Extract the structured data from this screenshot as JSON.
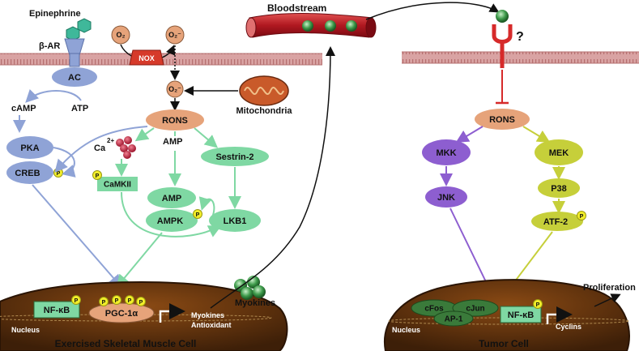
{
  "labels": {
    "epinephrine": "Epinephrine",
    "beta_ar": "β-AR",
    "o2": "O₂",
    "o2_radical": "O₂⁻",
    "o2_radical_inner": "O₂⁻",
    "nox": "NOX",
    "ac": "AC",
    "camp": "cAMP",
    "atp": "ATP",
    "mitochondria": "Mitochondria",
    "rons_left": "RONS",
    "pka": "PKA",
    "creb": "CREB",
    "ca": "Ca",
    "ca_charge": "2+",
    "amp_label": "AMP",
    "sestrin": "Sestrin-2",
    "camkii": "CaMKII",
    "amp_node": "AMP",
    "ampk": "AMPK",
    "lkb1": "LKB1",
    "nfkb_left": "NF-κB",
    "pgc": "PGC-1α",
    "myokines_out": "Myokines",
    "antioxidant": "Antioxidant",
    "nucleus_left": "Nucleus",
    "myokines": "Myokines",
    "bloodstream": "Bloodstream",
    "question": "?",
    "rons_right": "RONS",
    "mkk": "MKK",
    "mek": "MEK",
    "jnk": "JNK",
    "p38": "P38",
    "atf2": "ATF-2",
    "proliferation": "Proliferation",
    "cfos": "cFos",
    "cjun": "cJun",
    "ap1": "AP-1",
    "nfkb_right": "NF-κB",
    "cyclins": "Cyclins",
    "nucleus_right": "Nucleus",
    "phospho": "P"
  },
  "captions": {
    "left": "Exercised Skeletal Muscle Cell",
    "right": "Tumor Cell"
  },
  "colors": {
    "membrane": "#c98a8a",
    "blue_node": "#8fa3d6",
    "green_node": "#7fd8a3",
    "orange_node": "#e6a37a",
    "purple_node": "#8d5ed0",
    "olive_node": "#c6cf3a",
    "nucleus": "#6b3a14",
    "phospho": "#f2ee2a"
  }
}
